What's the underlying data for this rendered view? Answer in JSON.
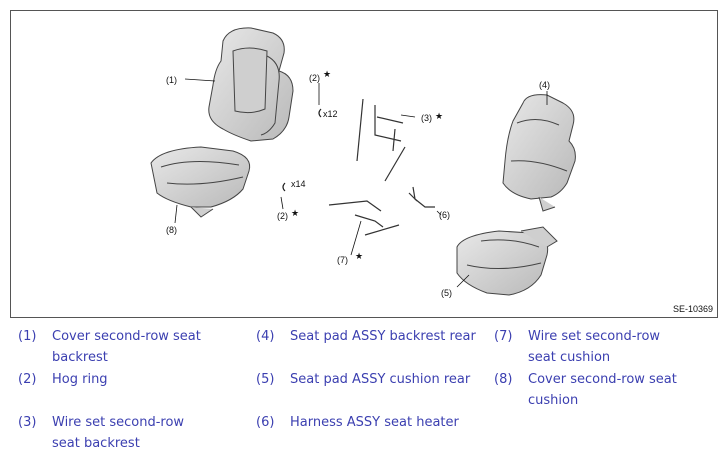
{
  "figure": {
    "id": "SE-10369",
    "callouts": {
      "c1": "(1)",
      "c2a": "(2)",
      "c2b": "(2)",
      "c3": "(3)",
      "c4": "(4)",
      "c5": "(5)",
      "c6": "(6)",
      "c7": "(7)",
      "c8": "(8)",
      "qty12": "x12",
      "qty14": "x14",
      "star": "★"
    }
  },
  "legend": [
    {
      "num": "(1)",
      "text": "Cover second-row seat backrest"
    },
    {
      "num": "(2)",
      "text": "Hog ring"
    },
    {
      "num": "(3)",
      "text": "Wire set second-row seat backrest"
    },
    {
      "num": "(4)",
      "text": "Seat pad ASSY backrest rear"
    },
    {
      "num": "(5)",
      "text": "Seat pad ASSY cushion rear"
    },
    {
      "num": "(6)",
      "text": "Harness ASSY seat heater"
    },
    {
      "num": "(7)",
      "text": "Wire set second-row seat cushion"
    },
    {
      "num": "(8)",
      "text": "Cover second-row seat cushion"
    }
  ],
  "colors": {
    "legend_text": "#3b3fb0",
    "part_fill": "#d6d6d6",
    "part_stroke": "#444444"
  }
}
